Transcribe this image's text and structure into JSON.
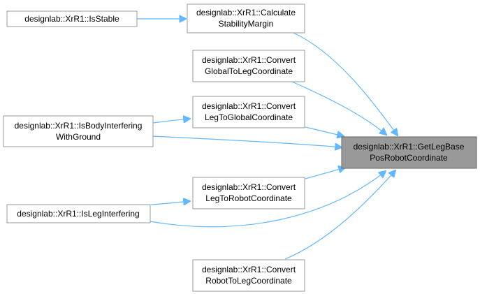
{
  "nodes": {
    "get_leg_base": {
      "lines": [
        "designlab::XrR1::GetLegBase",
        "PosRobotCoordinate"
      ],
      "focus": true
    },
    "calc_stability": {
      "lines": [
        "designlab::XrR1::Calculate",
        "StabilityMargin"
      ],
      "focus": false
    },
    "is_stable": {
      "lines": [
        "designlab::XrR1::IsStable"
      ],
      "focus": false
    },
    "global_to_leg": {
      "lines": [
        "designlab::XrR1::Convert",
        "GlobalToLegCoordinate"
      ],
      "focus": false
    },
    "leg_to_global": {
      "lines": [
        "designlab::XrR1::Convert",
        "LegToGlobalCoordinate"
      ],
      "focus": false
    },
    "is_body_interfering": {
      "lines": [
        "designlab::XrR1::IsBodyInterfering",
        "WithGround"
      ],
      "focus": false
    },
    "leg_to_robot": {
      "lines": [
        "designlab::XrR1::Convert",
        "LegToRobotCoordinate"
      ],
      "focus": false
    },
    "is_leg_interfering": {
      "lines": [
        "designlab::XrR1::IsLegInterfering"
      ],
      "focus": false
    },
    "robot_to_leg": {
      "lines": [
        "designlab::XrR1::Convert",
        "RobotToLegCoordinate"
      ],
      "focus": false
    }
  },
  "edges": [
    {
      "from": "is_stable",
      "to": "calc_stability"
    },
    {
      "from": "calc_stability",
      "to": "get_leg_base"
    },
    {
      "from": "global_to_leg",
      "to": "get_leg_base"
    },
    {
      "from": "is_body_interfering",
      "to": "leg_to_global"
    },
    {
      "from": "leg_to_global",
      "to": "get_leg_base"
    },
    {
      "from": "is_body_interfering",
      "to": "get_leg_base"
    },
    {
      "from": "leg_to_robot",
      "to": "get_leg_base"
    },
    {
      "from": "is_leg_interfering",
      "to": "leg_to_robot"
    },
    {
      "from": "is_leg_interfering",
      "to": "get_leg_base"
    },
    {
      "from": "robot_to_leg",
      "to": "get_leg_base"
    }
  ],
  "colors": {
    "edge": "#63b8ff",
    "focus_fill": "#999999",
    "node_border": "#999999"
  }
}
